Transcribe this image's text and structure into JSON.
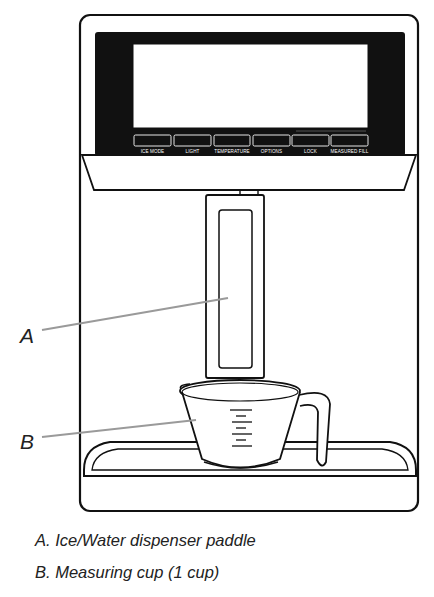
{
  "diagram": {
    "labels": [
      "ICE MODE",
      "LIGHT",
      "TEMPERATURE",
      "OPTIONS",
      "LOCK",
      "MEASURED FILL",
      "A",
      "B",
      "A. Ice/Water dispenser paddle",
      "B. Measuring cup (1 cup)"
    ]
  }
}
